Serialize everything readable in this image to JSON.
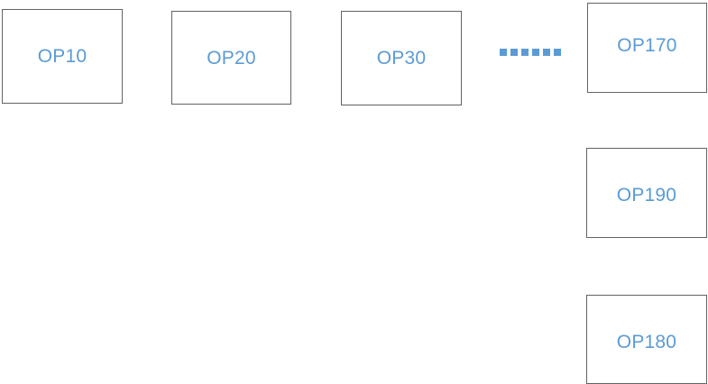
{
  "diagram": {
    "background_color": "#FFFFFF",
    "box_border_color": "#636363",
    "label_color": "#5B9BD5",
    "ellipsis_color": "#5B9BD5",
    "boxes": [
      {
        "id": "op10",
        "label": "OP10"
      },
      {
        "id": "op20",
        "label": "OP20"
      },
      {
        "id": "op30",
        "label": "OP30"
      },
      {
        "id": "op170",
        "label": "OP170"
      },
      {
        "id": "op190",
        "label": "OP190"
      },
      {
        "id": "op180",
        "label": "OP180"
      }
    ],
    "ellipsis": {
      "name": "continuation-ellipsis",
      "dot_count": 6,
      "dot_shape": "square"
    }
  }
}
